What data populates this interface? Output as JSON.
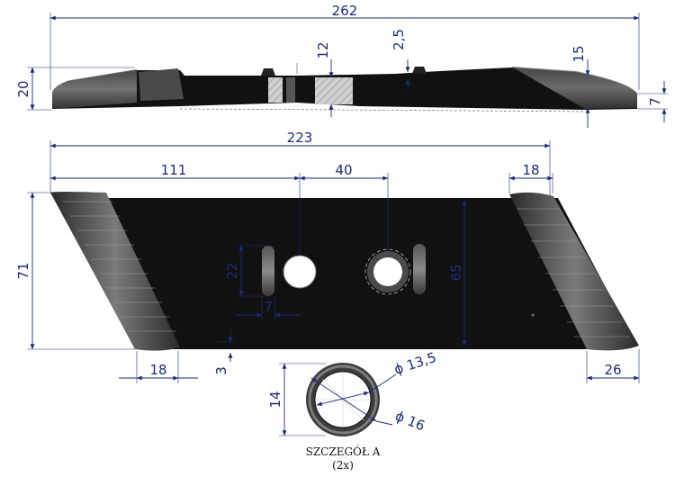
{
  "dimensions": {
    "top_length": "262",
    "top_height": "20",
    "top_thickness": "12",
    "top_groove": "2,5",
    "top_end": "15",
    "top_tip": "7",
    "overall_length": "223",
    "hole_offset": "111",
    "hole_spacing": "40",
    "heel_width": "18",
    "blade_height": "71",
    "plate_height": "65",
    "slot_length": "22",
    "slot_width": "7",
    "bottom_left": "18",
    "bottom_offset": "3",
    "bottom_right": "26",
    "detail_height": "14",
    "inner_diameter": "ϕ 13,5",
    "outer_diameter": "ϕ 16"
  },
  "labels": {
    "detail_marker": "A",
    "detail_title": "SZCZEGÓŁ A",
    "detail_qty": "(2x)"
  },
  "colors": {
    "dimension": "#1b2a7a",
    "steel": "#111111",
    "weld": "#6e6e6e",
    "bright": "#d9d9d9"
  }
}
